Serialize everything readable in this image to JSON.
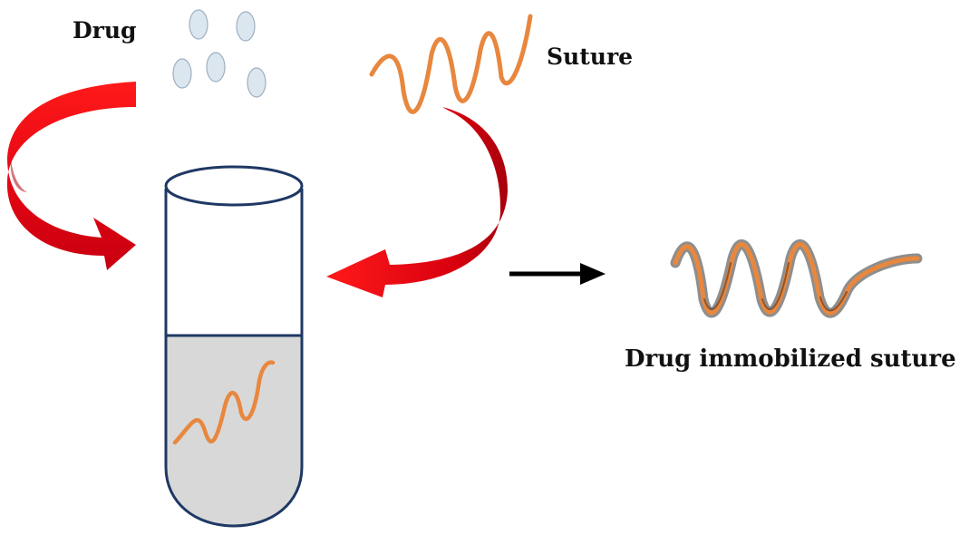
{
  "labels": {
    "drug": "Drug",
    "suture": "Suture",
    "result": "Drug immobilized suture"
  },
  "colors": {
    "arrow_red": "#e30613",
    "arrow_dark_red": "#a8000c",
    "suture_orange": "#e8873e",
    "drug_particle": "#dbe6ef",
    "tube_outline": "#1f3864",
    "liquid_gray": "#d8d8d8",
    "coating_gray": "#8e8e8e",
    "process_arrow": "#000000"
  },
  "icons": {
    "drug": "drug-particles",
    "suture": "suture-thread",
    "vessel": "test-tube",
    "process": "right-arrow",
    "product": "coated-suture"
  }
}
